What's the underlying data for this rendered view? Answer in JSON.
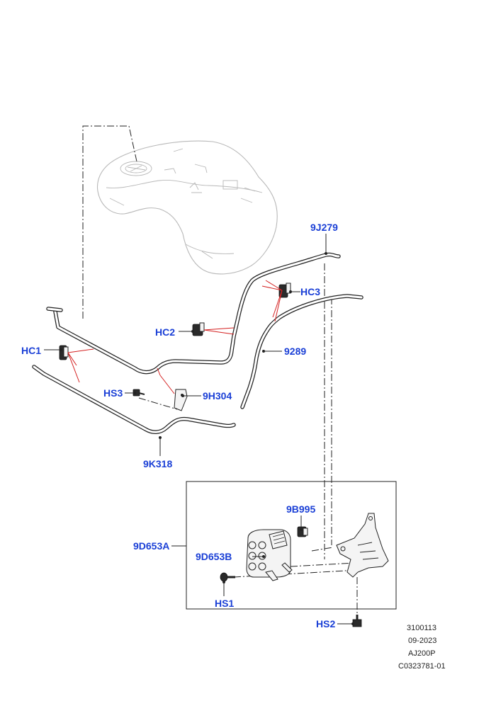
{
  "colors": {
    "label": "#1a3fd6",
    "leader_red": "#d42020",
    "line": "#222222",
    "tank_outline": "#b8b8b8"
  },
  "labels": {
    "9J279": "9J279",
    "HC3": "HC3",
    "HC2": "HC2",
    "HC1": "HC1",
    "9289": "9289",
    "HS3": "HS3",
    "9H304": "9H304",
    "9K318": "9K318",
    "9B995": "9B995",
    "9D653A": "9D653A",
    "9D653B": "9D653B",
    "HS1": "HS1",
    "HS2": "HS2"
  },
  "meta": {
    "diagram_number": "3100113",
    "date": "09-2023",
    "model": "AJ200P",
    "catalog_ref": "C0323781-01"
  }
}
